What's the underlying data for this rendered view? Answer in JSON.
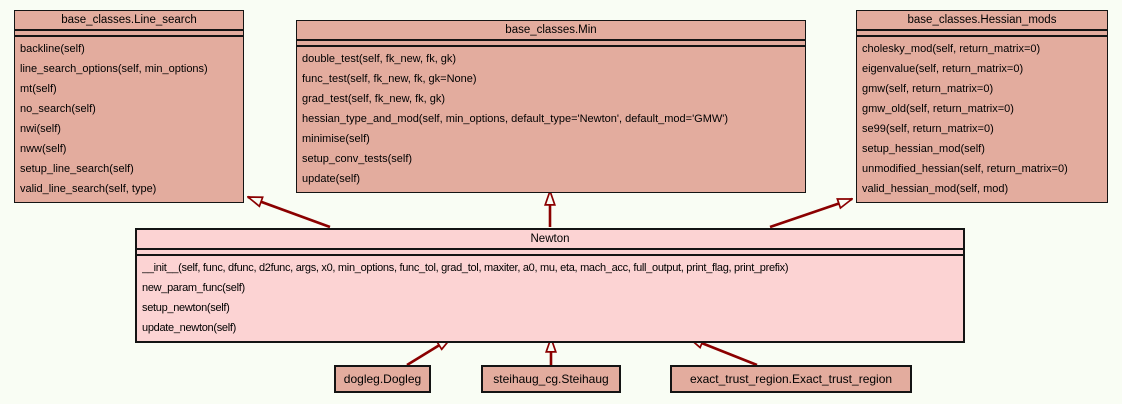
{
  "colors": {
    "background": "#f9fdf4",
    "class_fill": "#e3ac9e",
    "newton_fill": "#fcd3d3",
    "border": "#141414",
    "arrow": "#8b0000"
  },
  "classes": [
    {
      "id": "line_search",
      "title": "base_classes.Line_search",
      "methods": [
        "backline(self)",
        "line_search_options(self, min_options)",
        "mt(self)",
        "no_search(self)",
        "nwi(self)",
        "nww(self)",
        "setup_line_search(self)",
        "valid_line_search(self, type)"
      ]
    },
    {
      "id": "min",
      "title": "base_classes.Min",
      "methods": [
        "double_test(self, fk_new, fk, gk)",
        "func_test(self, fk_new, fk, gk=None)",
        "grad_test(self, fk_new, fk, gk)",
        "hessian_type_and_mod(self, min_options, default_type='Newton', default_mod='GMW')",
        "minimise(self)",
        "setup_conv_tests(self)",
        "update(self)"
      ]
    },
    {
      "id": "hessian_mods",
      "title": "base_classes.Hessian_mods",
      "methods": [
        "cholesky_mod(self, return_matrix=0)",
        "eigenvalue(self, return_matrix=0)",
        "gmw(self, return_matrix=0)",
        "gmw_old(self, return_matrix=0)",
        "se99(self, return_matrix=0)",
        "setup_hessian_mod(self)",
        "unmodified_hessian(self, return_matrix=0)",
        "valid_hessian_mod(self, mod)"
      ]
    },
    {
      "id": "newton",
      "title": "Newton",
      "methods": [
        "__init__(self, func, dfunc, d2func, args, x0, min_options, func_tol, grad_tol, maxiter, a0, mu, eta, mach_acc, full_output, print_flag, print_prefix)",
        "new_param_func(self)",
        "setup_newton(self)",
        "update_newton(self)"
      ]
    },
    {
      "id": "dogleg",
      "title": "dogleg.Dogleg",
      "methods": []
    },
    {
      "id": "steihaug",
      "title": "steihaug_cg.Steihaug",
      "methods": []
    },
    {
      "id": "exact_trust_region",
      "title": "exact_trust_region.Exact_trust_region",
      "methods": []
    }
  ],
  "relations": [
    {
      "type": "inheritance",
      "from": "Newton",
      "to": "base_classes.Line_search"
    },
    {
      "type": "inheritance",
      "from": "Newton",
      "to": "base_classes.Min"
    },
    {
      "type": "inheritance",
      "from": "Newton",
      "to": "base_classes.Hessian_mods"
    },
    {
      "type": "inheritance",
      "from": "dogleg.Dogleg",
      "to": "Newton"
    },
    {
      "type": "inheritance",
      "from": "steihaug_cg.Steihaug",
      "to": "Newton"
    },
    {
      "type": "inheritance",
      "from": "exact_trust_region.Exact_trust_region",
      "to": "Newton"
    }
  ]
}
